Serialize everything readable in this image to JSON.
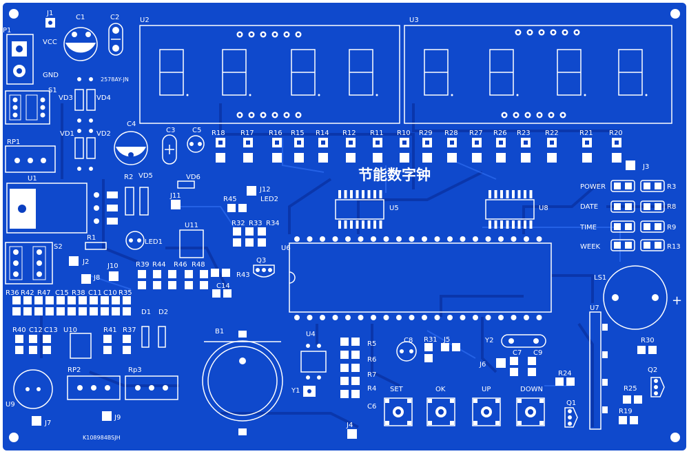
{
  "board_title": "节能数字钟",
  "silkscreen": {
    "code_top": "2578AY-JN",
    "code_bottom": "K108984BSJH",
    "buttons": [
      "SET",
      "OK",
      "UP",
      "DOWN"
    ],
    "modes": [
      "POWER",
      "DATE",
      "TIME",
      "WEEK"
    ],
    "vcc": "VCC",
    "gnd": "GND",
    "plus": "+"
  },
  "designators": {
    "P1": "P1",
    "J1": "J1",
    "C1": "C1",
    "C2": "C2",
    "U2": "U2",
    "U3": "U3",
    "S1": "S1",
    "VD3": "VD3",
    "VD4": "VD4",
    "VD1": "VD1",
    "VD2": "VD2",
    "C4": "C4",
    "C3": "C3",
    "C5": "C5",
    "RP1": "RP1",
    "U1": "U1",
    "R2": "R2",
    "VD5": "VD5",
    "VD6": "VD6",
    "J12": "J12",
    "LED2": "LED2",
    "R45": "R45",
    "J11": "J11",
    "U11": "U11",
    "R32": "R32",
    "R33": "R33",
    "R34": "R34",
    "LED1": "LED1",
    "S2": "S2",
    "R1": "R1",
    "J2": "J2",
    "J10": "J10",
    "J8": "J8",
    "R39": "R39",
    "R44": "R44",
    "R46": "R46",
    "R48": "R48",
    "R43": "R43",
    "Q3": "Q3",
    "C14": "C14",
    "U5": "U5",
    "U6": "U6",
    "U8": "U8",
    "J3": "J3",
    "R3": "R3",
    "R8": "R8",
    "R9": "R9",
    "R13": "R13",
    "LS1": "LS1",
    "U7": "U7",
    "R30": "R30",
    "Q2": "Q2",
    "R25": "R25",
    "R19": "R19",
    "Q1": "Q1",
    "R24": "R24",
    "Y2": "Y2",
    "C7": "C7",
    "C9": "C9",
    "J6": "J6",
    "C8": "C8",
    "R31": "R31",
    "J5": "J5",
    "U4": "U4",
    "R5": "R5",
    "R6": "R6",
    "R7": "R7",
    "R4": "R4",
    "C6": "C6",
    "Y1": "Y1",
    "J4": "J4",
    "B1": "B1",
    "D1": "D1",
    "D2": "D2",
    "R41": "R41",
    "R37": "R37",
    "U10": "U10",
    "R40": "R40",
    "C12": "C12",
    "C13": "C13",
    "RP2": "RP2",
    "Rp3": "Rp3",
    "U9": "U9",
    "J7": "J7",
    "J9": "J9",
    "R36": "R36",
    "R42": "R42",
    "R47": "R47",
    "C15": "C15",
    "R38": "R38",
    "C11": "C11",
    "C10": "C10",
    "R35": "R35",
    "R18": "R18",
    "R17": "R17",
    "R16": "R16",
    "R15": "R15",
    "R14": "R14",
    "R12": "R12",
    "R11": "R11",
    "R10": "R10",
    "R29": "R29",
    "R28": "R28",
    "R27": "R27",
    "R26": "R26",
    "R23": "R23",
    "R22": "R22",
    "R21": "R21",
    "R20": "R20"
  },
  "colors": {
    "board": "#0a3fc0",
    "board_light": "#1450d8",
    "trace": "#0d48cf",
    "silk": "#ffffff",
    "pad": "#ffffff",
    "hole": "#0a3fc0"
  }
}
